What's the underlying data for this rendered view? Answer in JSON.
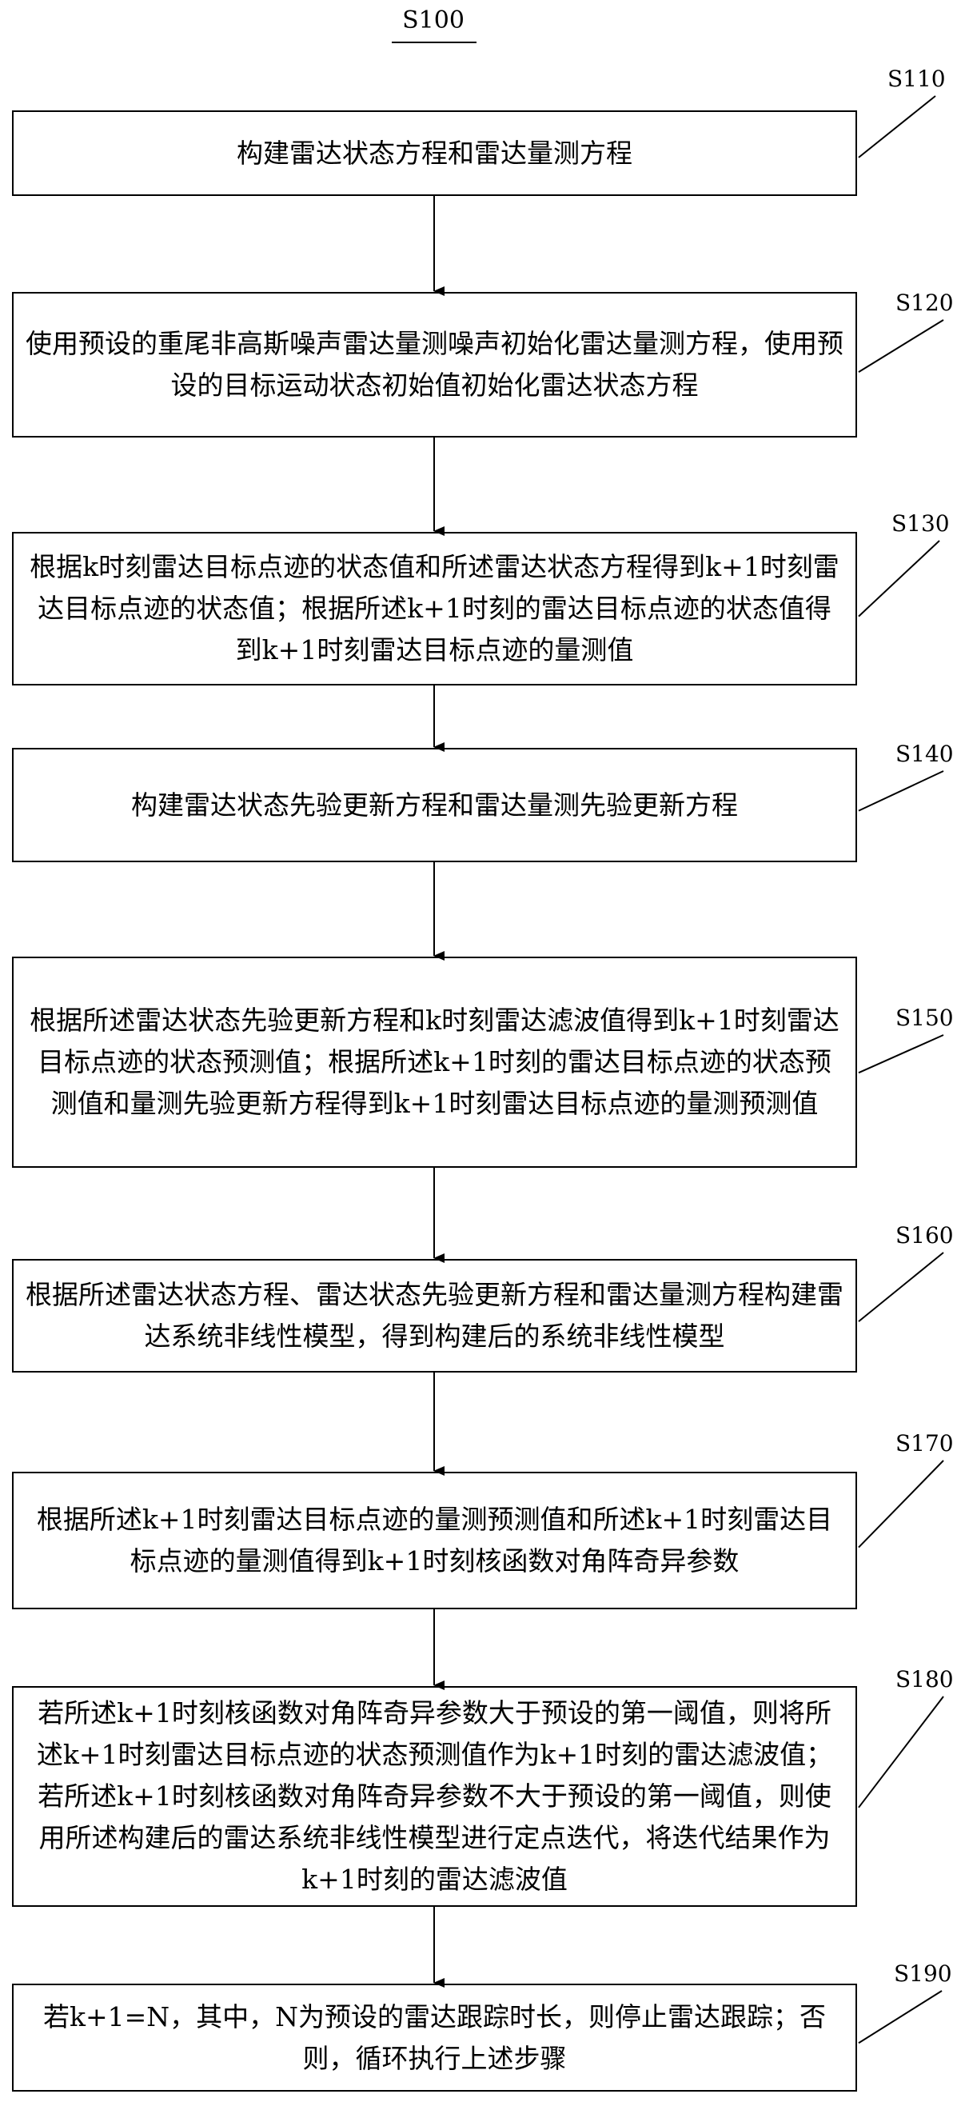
{
  "title": "S100",
  "steps": [
    {
      "id": "S110",
      "text": "构建雷达状态方程和雷达量测方程"
    },
    {
      "id": "S120",
      "text": "使用预设的重尾非高斯噪声雷达量测噪声初始化雷达量测方程，使用预设的目标运动状态初始值初始化雷达状态方程"
    },
    {
      "id": "S130",
      "text": "根据k时刻雷达目标点迹的状态值和所述雷达状态方程得到k+1时刻雷达目标点迹的状态值；根据所述k+1时刻的雷达目标点迹的状态值得到k+1时刻雷达目标点迹的量测值"
    },
    {
      "id": "S140",
      "text": "构建雷达状态先验更新方程和雷达量测先验更新方程"
    },
    {
      "id": "S150",
      "text": "根据所述雷达状态先验更新方程和k时刻雷达滤波值得到k+1时刻雷达目标点迹的状态预测值；根据所述k+1时刻的雷达目标点迹的状态预测值和量测先验更新方程得到k+1时刻雷达目标点迹的量测预测值"
    },
    {
      "id": "S160",
      "text": "根据所述雷达状态方程、雷达状态先验更新方程和雷达量测方程构建雷达系统非线性模型，得到构建后的系统非线性模型"
    },
    {
      "id": "S170",
      "text": "根据所述k+1时刻雷达目标点迹的量测预测值和所述k+1时刻雷达目标点迹的量测值得到k+1时刻核函数对角阵奇异参数"
    },
    {
      "id": "S180",
      "text": "若所述k+1时刻核函数对角阵奇异参数大于预设的第一阈值，则将所述k+1时刻雷达目标点迹的状态预测值作为k+1时刻的雷达滤波值；若所述k+1时刻核函数对角阵奇异参数不大于预设的第一阈值，则使用所述构建后的雷达系统非线性模型进行定点迭代，将迭代结果作为k+1时刻的雷达滤波值"
    },
    {
      "id": "S190",
      "text": "若k+1=N，其中，N为预设的雷达跟踪时长，则停止雷达跟踪；否则，循环执行上述步骤"
    }
  ]
}
